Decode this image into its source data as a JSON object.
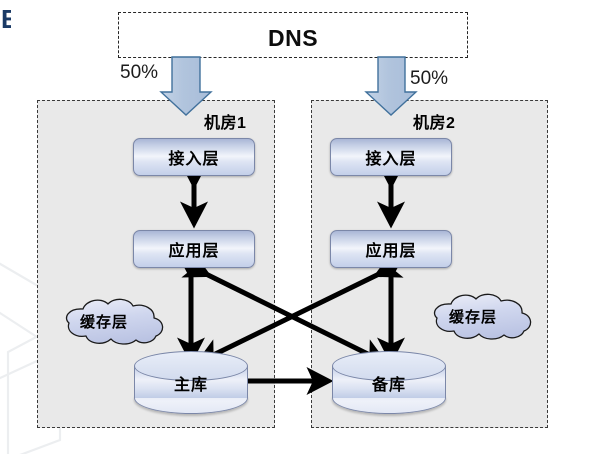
{
  "diagram": {
    "title": "DNS",
    "artifact_text": "E",
    "dns": {
      "label": "DNS"
    },
    "traffic_split": [
      {
        "label": "50%",
        "side": "left"
      },
      {
        "label": "50%",
        "side": "right"
      }
    ],
    "datacenters": [
      {
        "title": "机房1",
        "nodes": [
          {
            "id": "access-layer-1",
            "label": "接入层",
            "shape": "rounded-rect"
          },
          {
            "id": "app-layer-1",
            "label": "应用层",
            "shape": "rounded-rect"
          },
          {
            "id": "cache-layer-1",
            "label": "缓存层",
            "shape": "cloud"
          },
          {
            "id": "primary-db",
            "label": "主库",
            "shape": "cylinder"
          }
        ]
      },
      {
        "title": "机房2",
        "nodes": [
          {
            "id": "access-layer-2",
            "label": "接入层",
            "shape": "rounded-rect"
          },
          {
            "id": "app-layer-2",
            "label": "应用层",
            "shape": "rounded-rect"
          },
          {
            "id": "cache-layer-2",
            "label": "缓存层",
            "shape": "cloud"
          },
          {
            "id": "standby-db",
            "label": "备库",
            "shape": "cylinder"
          }
        ]
      }
    ],
    "connections": [
      {
        "from": "dns",
        "to": "access-layer-1",
        "style": "block-arrow",
        "label": "50%"
      },
      {
        "from": "dns",
        "to": "access-layer-2",
        "style": "block-arrow",
        "label": "50%"
      },
      {
        "from": "access-layer-1",
        "to": "app-layer-1",
        "style": "double-arrow"
      },
      {
        "from": "access-layer-2",
        "to": "app-layer-2",
        "style": "double-arrow"
      },
      {
        "from": "app-layer-1",
        "to": "primary-db",
        "style": "double-arrow"
      },
      {
        "from": "app-layer-2",
        "to": "standby-db",
        "style": "double-arrow"
      },
      {
        "from": "app-layer-1",
        "to": "standby-db",
        "style": "double-arrow-diagonal"
      },
      {
        "from": "app-layer-2",
        "to": "primary-db",
        "style": "double-arrow-diagonal"
      },
      {
        "from": "primary-db",
        "to": "standby-db",
        "style": "single-arrow"
      }
    ],
    "colors": {
      "node_fill_top": "#a9b6d6",
      "node_fill_mid": "#f2f5fb",
      "node_border": "#7b87a8",
      "datacenter_fill": "#e9e9e9",
      "datacenter_border": "#3a3a3a",
      "block_arrow_fill": "#b3c6de",
      "block_arrow_stroke": "#41719c",
      "connector": "#000000"
    }
  }
}
